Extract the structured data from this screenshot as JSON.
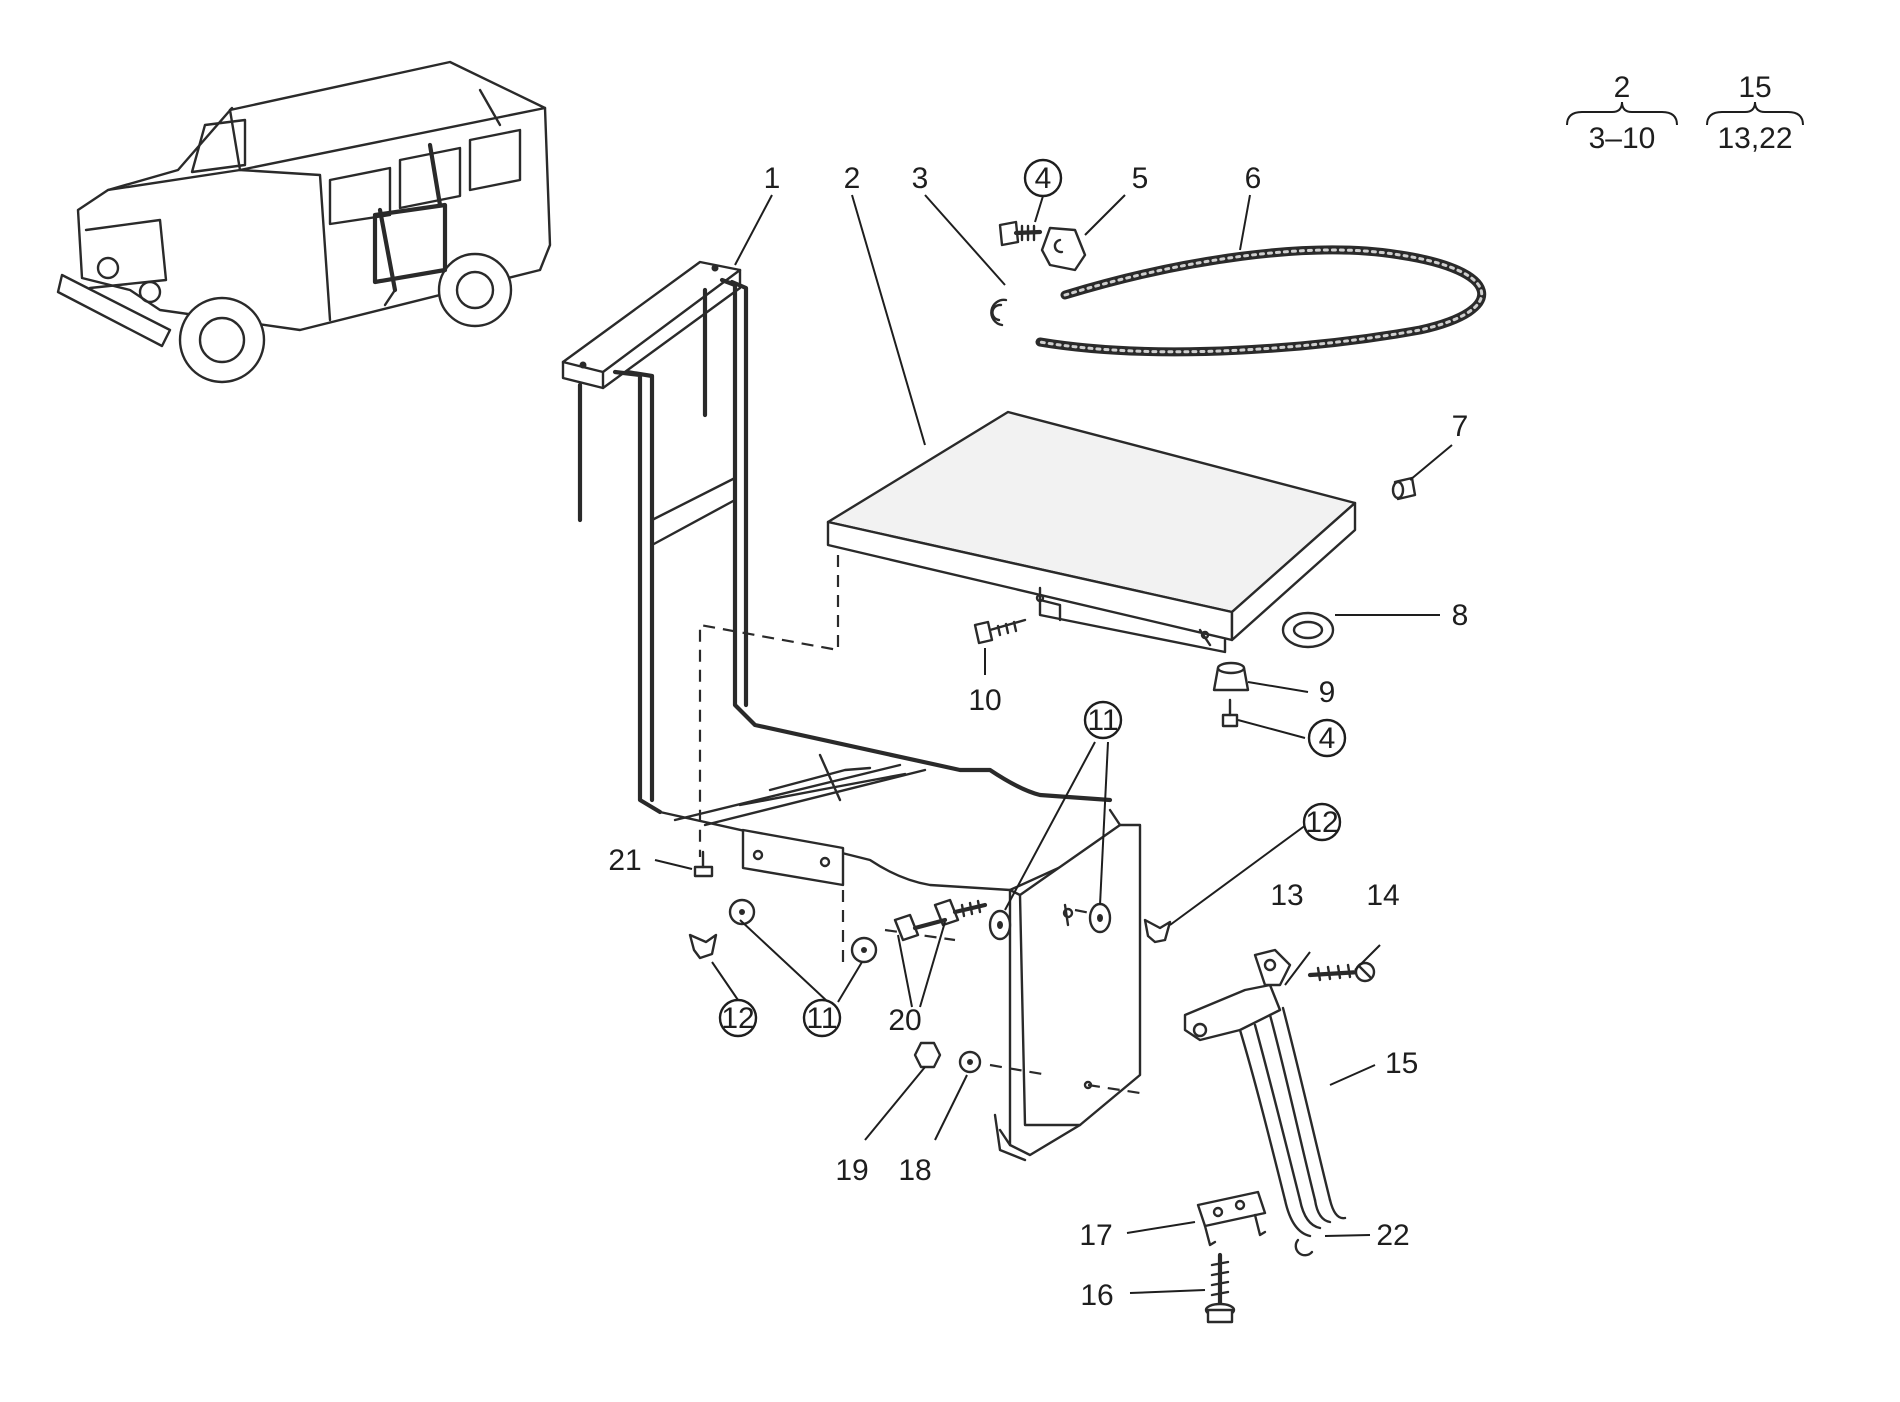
{
  "diagram": {
    "callouts": [
      {
        "id": "c1",
        "text": "1"
      },
      {
        "id": "c2",
        "text": "2"
      },
      {
        "id": "c3",
        "text": "3"
      },
      {
        "id": "c4a",
        "text": "4"
      },
      {
        "id": "c5",
        "text": "5"
      },
      {
        "id": "c6",
        "text": "6"
      },
      {
        "id": "c7",
        "text": "7"
      },
      {
        "id": "c8",
        "text": "8"
      },
      {
        "id": "c9",
        "text": "9"
      },
      {
        "id": "c4b",
        "text": "4"
      },
      {
        "id": "c10",
        "text": "10"
      },
      {
        "id": "c11a",
        "text": "11"
      },
      {
        "id": "c12a",
        "text": "12"
      },
      {
        "id": "c13",
        "text": "13"
      },
      {
        "id": "c14",
        "text": "14"
      },
      {
        "id": "c15",
        "text": "15"
      },
      {
        "id": "c21",
        "text": "21"
      },
      {
        "id": "c12b",
        "text": "12"
      },
      {
        "id": "c11b",
        "text": "11"
      },
      {
        "id": "c20",
        "text": "20"
      },
      {
        "id": "c19",
        "text": "19"
      },
      {
        "id": "c18",
        "text": "18"
      },
      {
        "id": "c17",
        "text": "17"
      },
      {
        "id": "c16",
        "text": "16"
      },
      {
        "id": "c22",
        "text": "22"
      }
    ],
    "groups": [
      {
        "id": "g1",
        "parent": "2",
        "children": "3–10"
      },
      {
        "id": "g2",
        "parent": "15",
        "children": "13,22"
      }
    ]
  }
}
